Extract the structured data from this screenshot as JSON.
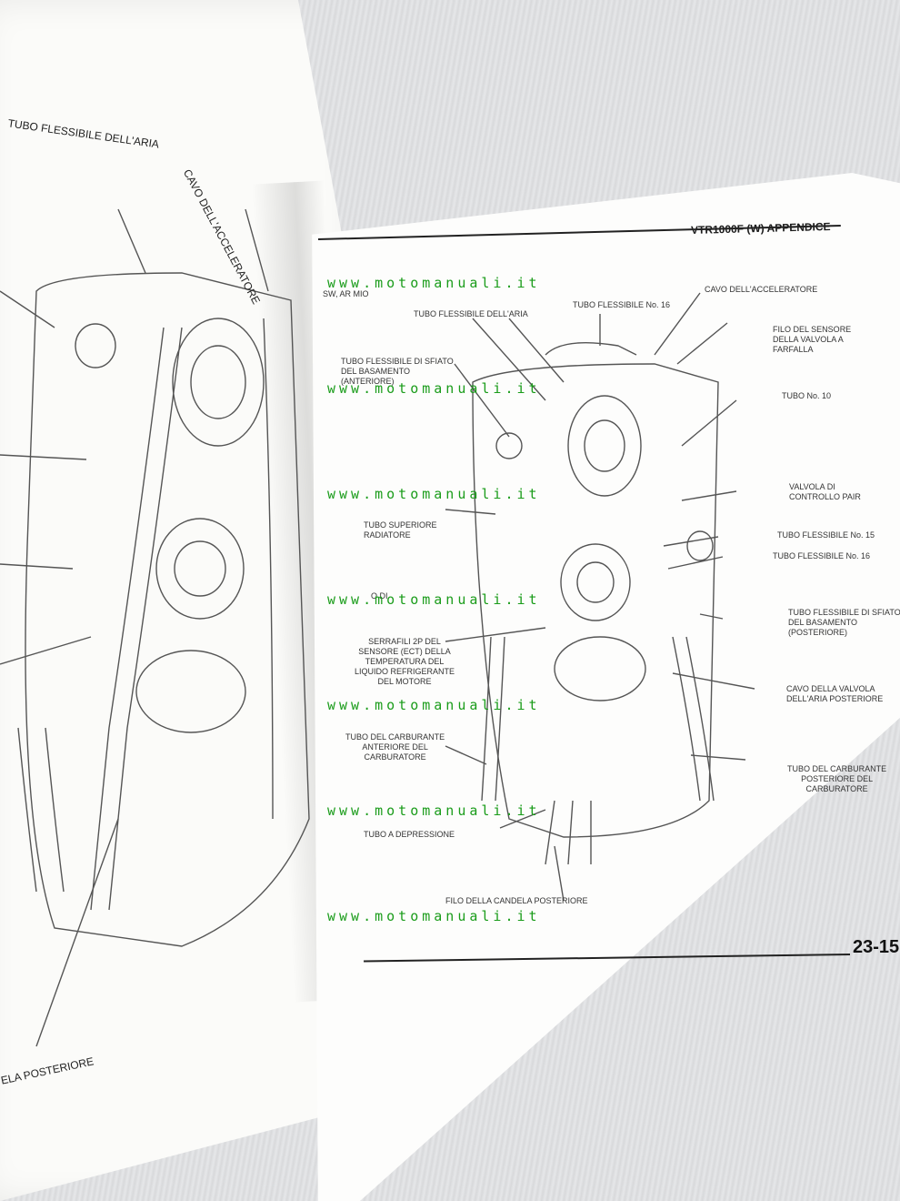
{
  "right_page": {
    "header": "VTR1000F (W) APPENDICE",
    "page_number": "23-15",
    "corner_note": "SW, AR MIO",
    "labels": {
      "tubo_flessibile_aria": "TUBO FLESSIBILE DELL'ARIA",
      "tubo_flessibile_16_top": "TUBO FLESSIBILE No. 16",
      "cavo_acceleratore": "CAVO DELL'ACCELERATORE",
      "filo_sensore": "FILO DEL SENSORE\nDELLA VALVOLA A\nFARFALLA",
      "tubo_sfiato_ant": "TUBO FLESSIBILE DI SFIATO\nDEL BASAMENTO\n(ANTERIORE)",
      "tubo_10": "TUBO No. 10",
      "valvola_pair": "VALVOLA DI\nCONTROLLO PAIR",
      "tubo_superiore": "TUBO SUPERIORE\nRADIATORE",
      "tubo_flessibile_15": "TUBO FLESSIBILE No. 15",
      "tubo_flessibile_16": "TUBO FLESSIBILE No. 16",
      "sfiato_post": "TUBO FLESSIBILE DI SFIATO\nDEL BASAMENTO\n(POSTERIORE)",
      "serrafili": "SERRAFILI 2P DEL\nSENSORE (ECT) DELLA\nTEMPERATURA DEL\nLIQUIDO REFRIGERANTE\nDEL MOTORE",
      "cavo_valvola_aria": "CAVO DELLA VALVOLA\nDELL'ARIA POSTERIORE",
      "carb_ant": "TUBO DEL CARBURANTE\nANTERIORE DEL\nCARBURATORE",
      "carb_post": "TUBO DEL CARBURANTE\nPOSTERIORE DEL\nCARBURATORE",
      "depressione": "TUBO A DEPRESSIONE",
      "filo_candela": "FILO DELLA CANDELA POSTERIORE",
      "partial_label": "O DI"
    }
  },
  "left_page": {
    "label_aria": "TUBO FLESSIBILE DELL'ARIA",
    "label_cavo": "CAVO DELL'ACCELERATORE",
    "label_candela": "ELA POSTERIORE"
  },
  "watermark": "www.motomanuali.it"
}
